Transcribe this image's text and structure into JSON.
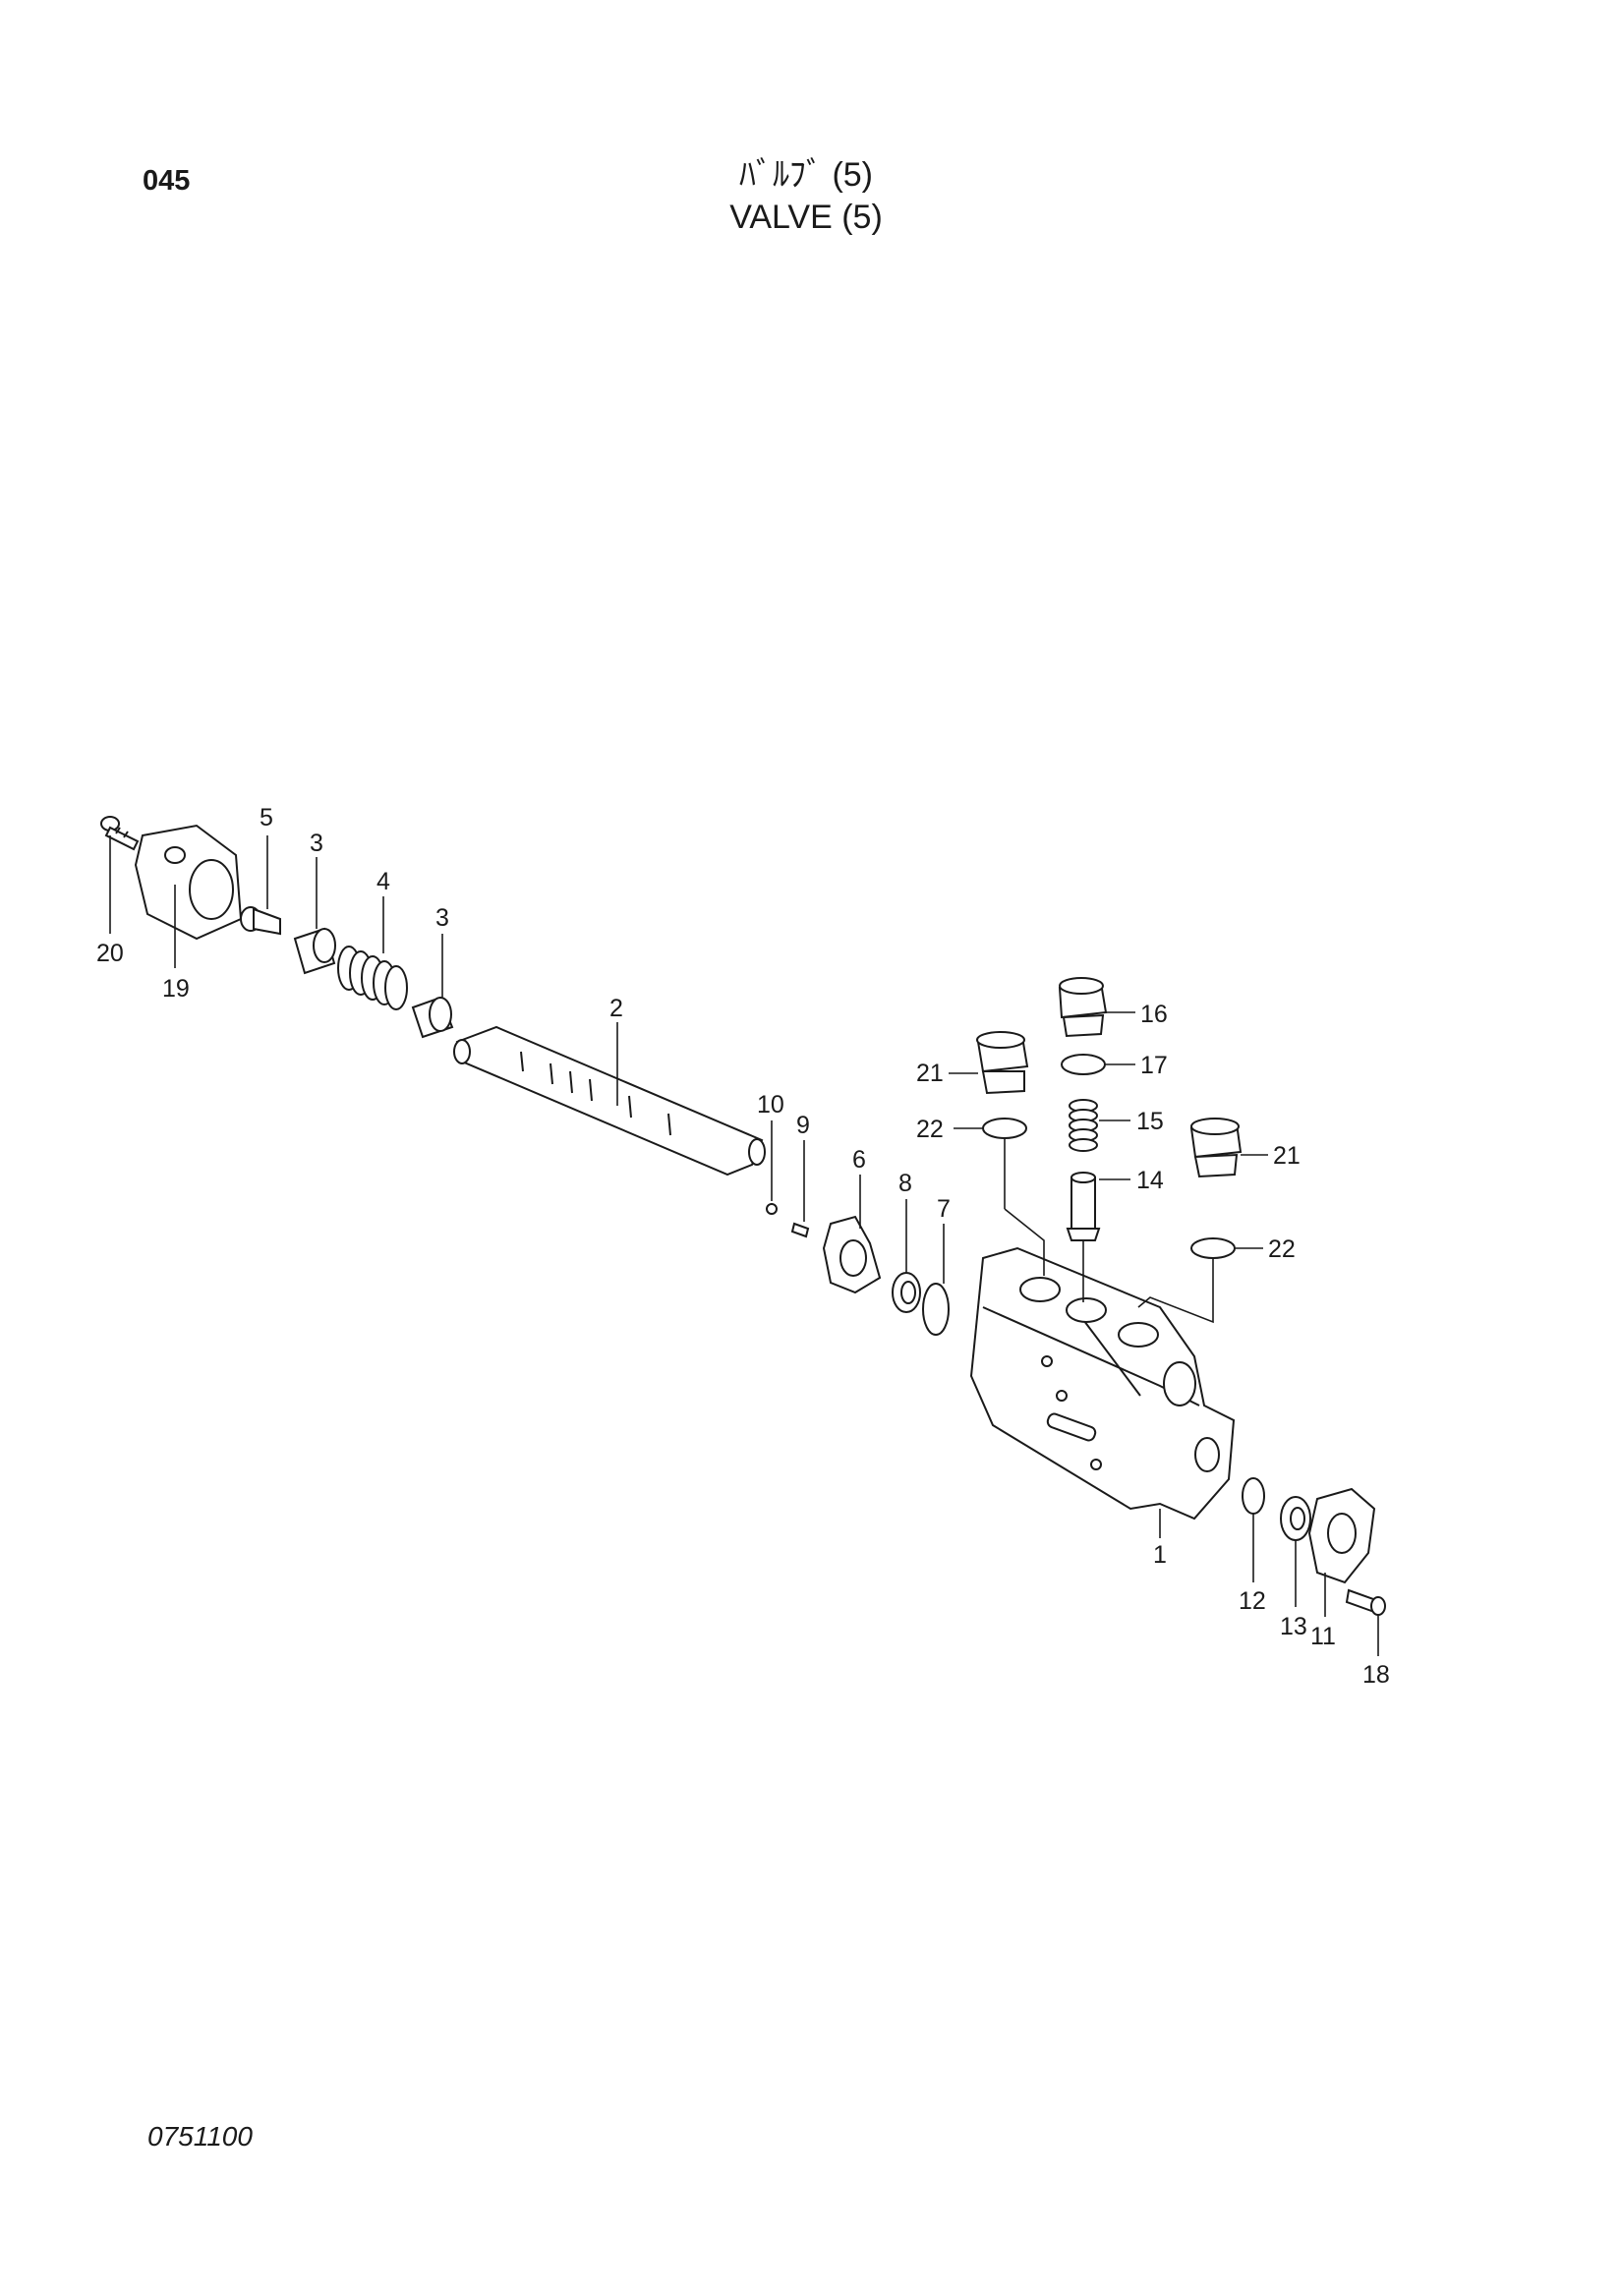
{
  "header": {
    "page_number": "045",
    "title_jp": "ﾊﾞﾙﾌﾞ (5)",
    "title_en": "VALVE (5)"
  },
  "footer": {
    "drawing_code": "0751100"
  },
  "callouts": {
    "c1": "1",
    "c2": "2",
    "c3a": "3",
    "c3b": "3",
    "c4": "4",
    "c5": "5",
    "c6": "6",
    "c7": "7",
    "c8": "8",
    "c9": "9",
    "c10": "10",
    "c11": "11",
    "c12": "12",
    "c13": "13",
    "c14": "14",
    "c15": "15",
    "c16": "16",
    "c17": "17",
    "c18": "18",
    "c19": "19",
    "c20": "20",
    "c21a": "21",
    "c21b": "21",
    "c22a": "22",
    "c22b": "22"
  }
}
